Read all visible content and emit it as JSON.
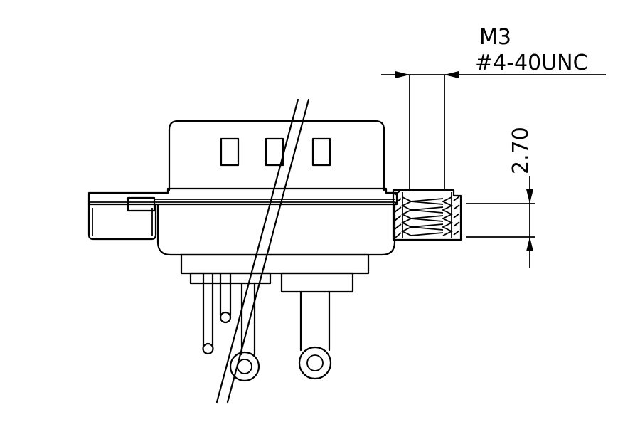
{
  "annotations": {
    "thread_metric": "M3",
    "thread_unc": "#4-40UNC",
    "depth_dim": "2.70"
  },
  "colors": {
    "line": "#000000",
    "background": "#ffffff"
  }
}
